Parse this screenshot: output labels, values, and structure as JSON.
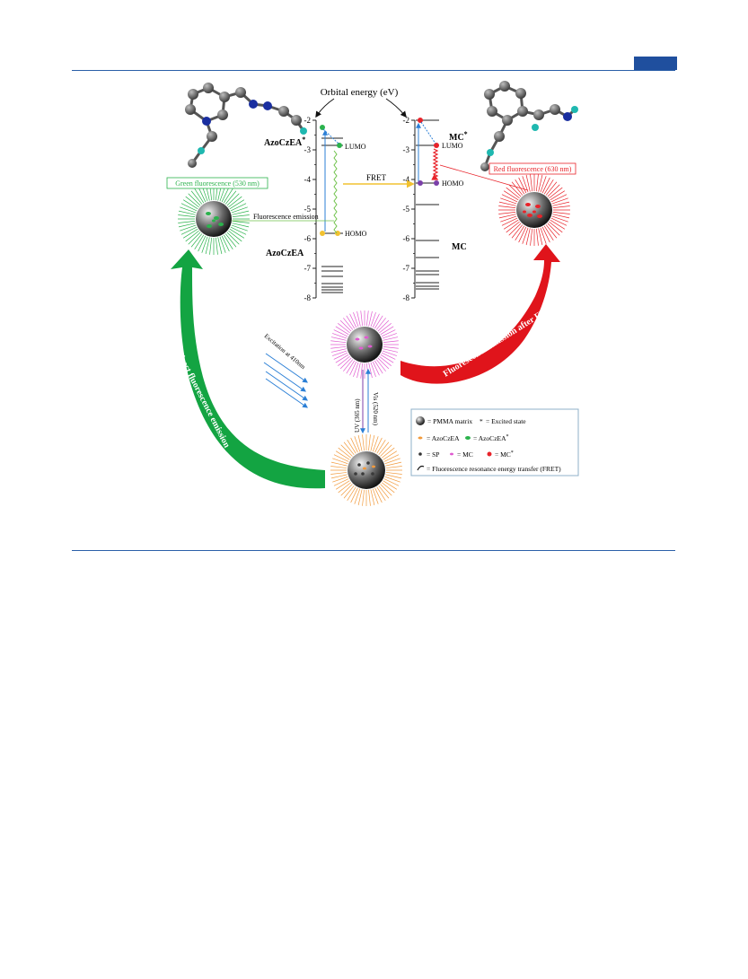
{
  "header": {
    "accent_color": "#1f4f9e"
  },
  "diagram": {
    "energy_axis_title": "Orbital energy (eV)",
    "left_axis": {
      "ticks": [
        "-2",
        "-3",
        "-4",
        "-5",
        "-6",
        "-7",
        "-8"
      ]
    },
    "right_axis": {
      "ticks": [
        "-2",
        "-3",
        "-4",
        "-5",
        "-6",
        "-7",
        "-8"
      ]
    },
    "left_molecule": {
      "excited_label": "AzoCzEA",
      "excited_sup": "*",
      "ground_label": "AzoCzEA"
    },
    "right_molecule": {
      "excited_label": "MC",
      "excited_sup": "*",
      "ground_label": "MC"
    },
    "orbital_labels": {
      "left_lumo": "LUMO",
      "left_homo": "HOMO",
      "right_lumo": "LUMO",
      "right_homo": "HOMO"
    },
    "fret_label": "FRET",
    "fluorescence_emission_label": "Fluorescence emission",
    "green_fluorescence": "Green fluorescence (530 nm)",
    "red_fluorescence": "Red fluorescence (630 nm)",
    "excitation_label": "Excitation at 410nm",
    "vis_label": "Vis (520 nm)",
    "uv_label": "UV (365 nm)",
    "direct_emission_label": "Direct fluorescence emission",
    "emission_after_fret_label": "Fluorescence emission after FRET",
    "legend": {
      "pmma": "= PMMA matrix",
      "excited": "= Excited state",
      "azoczea": "= AzoCzEA",
      "azoczea_star": "= AzoCzEA",
      "azoczea_star_sup": "*",
      "sp": "= SP",
      "mc": "= MC",
      "mc_star": "= MC",
      "mc_star_sup": "*",
      "fret": "= Fluorescence resonance energy transfer (FRET)"
    },
    "colors": {
      "green": "#2bb24c",
      "red": "#e8232a",
      "pink": "#e05ad0",
      "orange": "#f29a3c",
      "fret_arrow": "#f2c230",
      "blue": "#2b7fd6",
      "teal": "#1fb8b0",
      "purple": "#7b3fa8"
    }
  }
}
